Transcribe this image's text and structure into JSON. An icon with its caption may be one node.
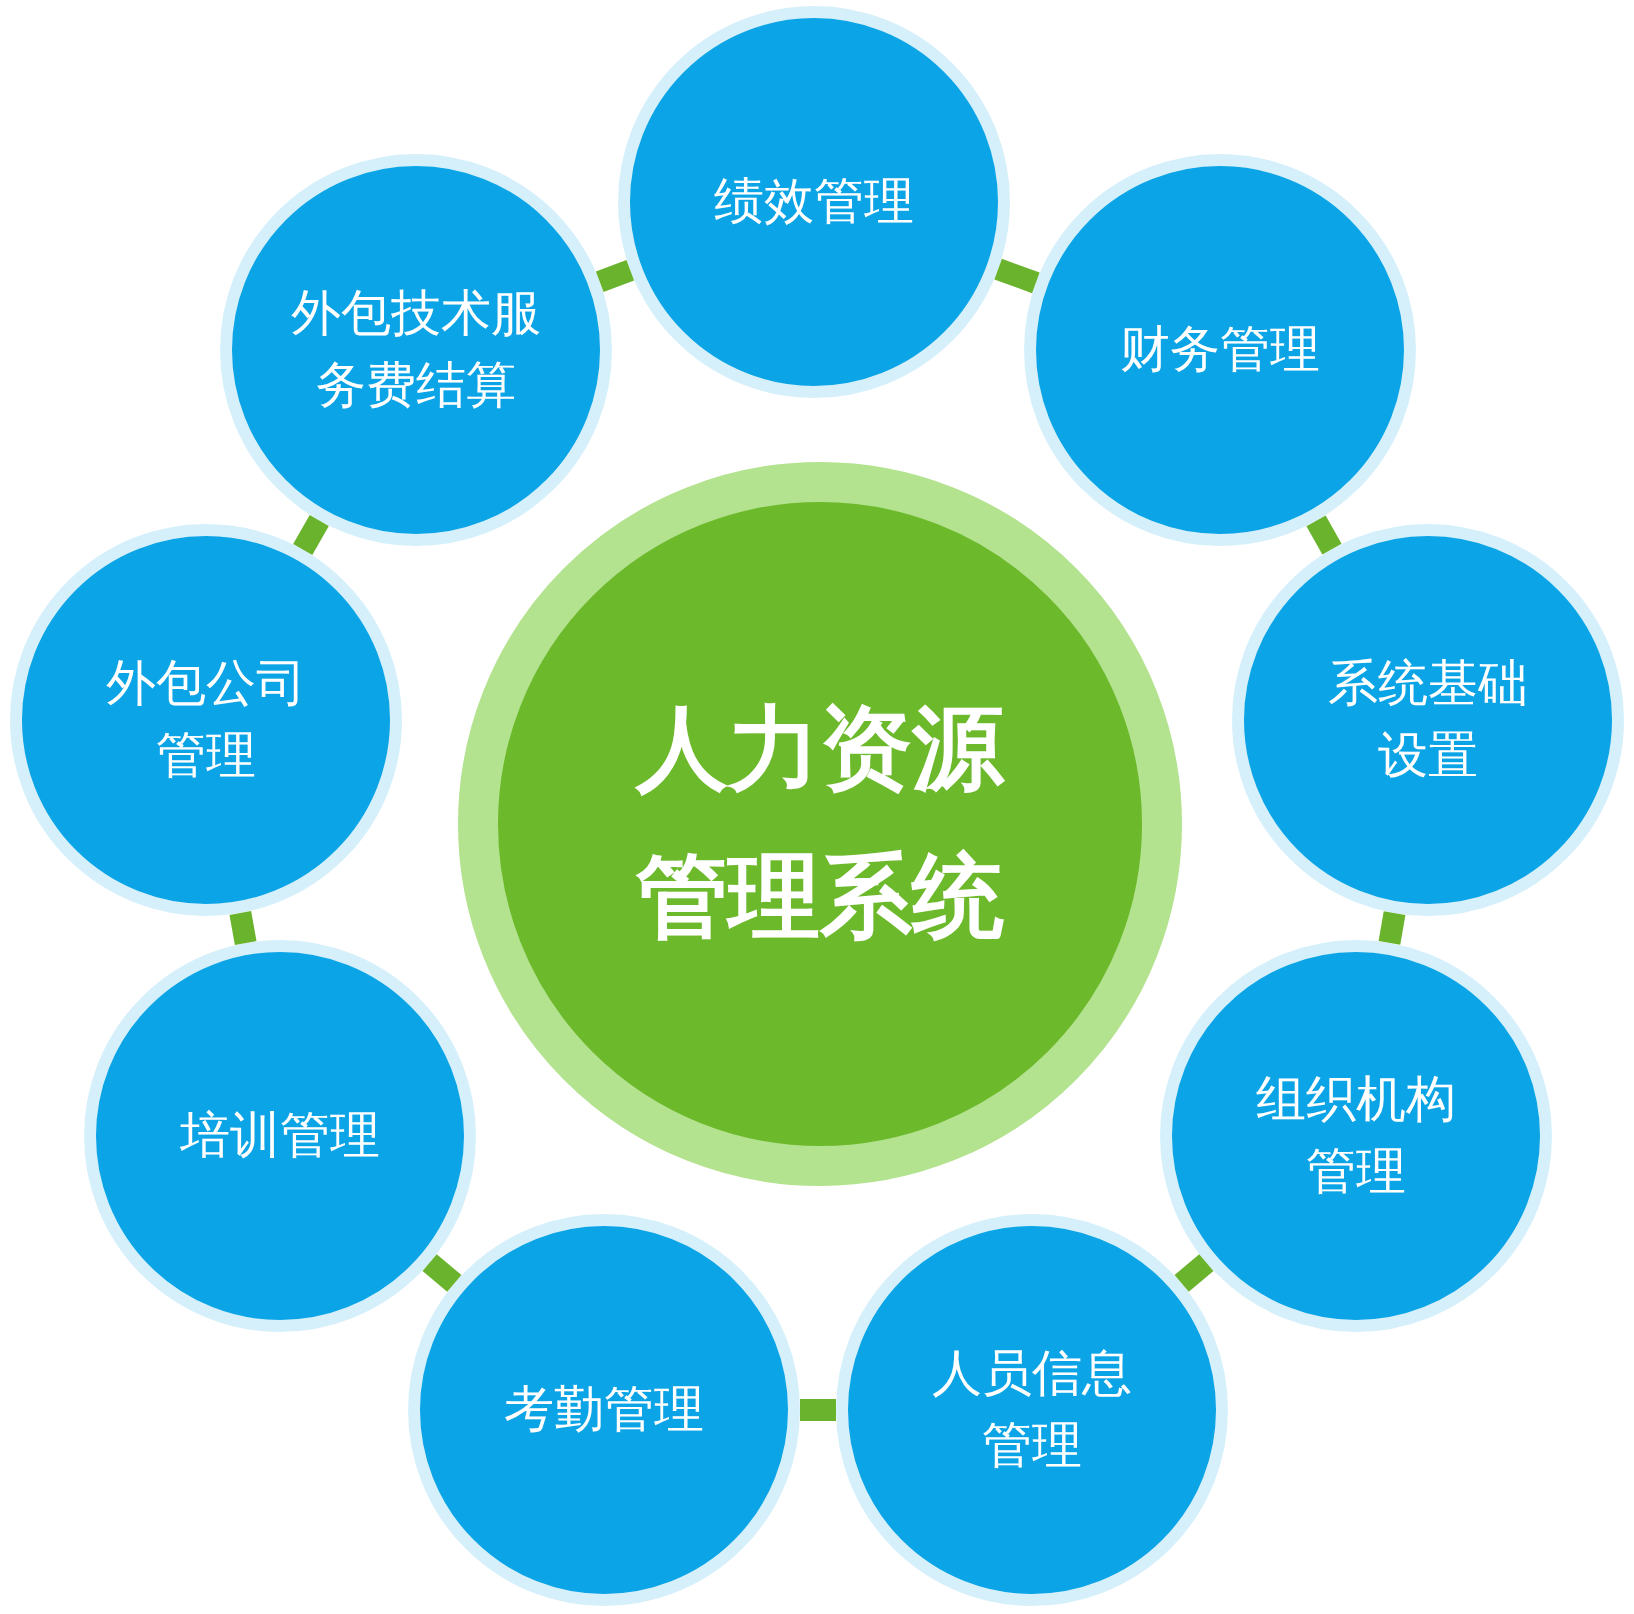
{
  "diagram": {
    "nodes": [
      {
        "text": [
          "人力资源管理系统"
        ]
      },
      {
        "text": [
          "绩效管理"
        ]
      },
      {
        "text": [
          "财务管理"
        ]
      },
      {
        "text": [
          "系统基础设置"
        ]
      },
      {
        "text": [
          "组织机构管理"
        ]
      },
      {
        "text": [
          "人员信息管理"
        ]
      },
      {
        "text": [
          "考勤管理"
        ]
      },
      {
        "text": [
          "培训管理"
        ]
      },
      {
        "text": [
          "外包公司管理"
        ]
      },
      {
        "text": [
          "外包技术服务费结算"
        ]
      }
    ],
    "edges": [
      {
        "from": 1,
        "to": 2,
        "arrow": "none"
      },
      {
        "from": 2,
        "to": 3,
        "arrow": "none"
      },
      {
        "from": 3,
        "to": 4,
        "arrow": "none"
      },
      {
        "from": 4,
        "to": 5,
        "arrow": "none"
      },
      {
        "from": 5,
        "to": 6,
        "arrow": "none"
      },
      {
        "from": 6,
        "to": 7,
        "arrow": "none"
      },
      {
        "from": 7,
        "to": 8,
        "arrow": "none"
      },
      {
        "from": 8,
        "to": 9,
        "arrow": "none"
      },
      {
        "from": 9,
        "to": 1,
        "arrow": "none"
      }
    ]
  }
}
